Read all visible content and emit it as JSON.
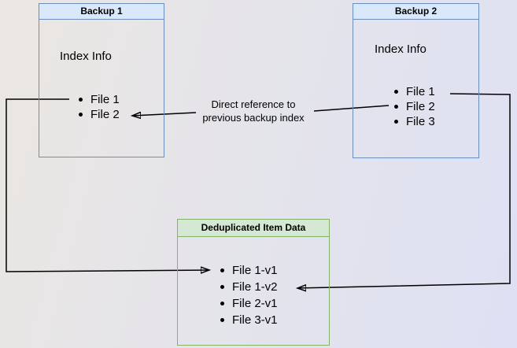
{
  "diagram": {
    "backup1": {
      "title": "Backup 1",
      "section_label": "Index Info",
      "files": [
        "File 1",
        "File 2"
      ]
    },
    "backup2": {
      "title": "Backup 2",
      "section_label": "Index Info",
      "files": [
        "File 1",
        "File 2",
        "File 3"
      ]
    },
    "dedup": {
      "title": "Deduplicated Item Data",
      "files": [
        "File 1-v1",
        "File 1-v2",
        "File 2-v1",
        "File 3-v1"
      ]
    },
    "edge_label": {
      "line1": "Direct reference to",
      "line2": "previous backup index"
    },
    "colors": {
      "blue_fill": "#dae8fc",
      "blue_border": "#6c8ebf",
      "green_fill": "#d5e8d4",
      "green_border": "#82b366",
      "line": "#000000"
    }
  }
}
